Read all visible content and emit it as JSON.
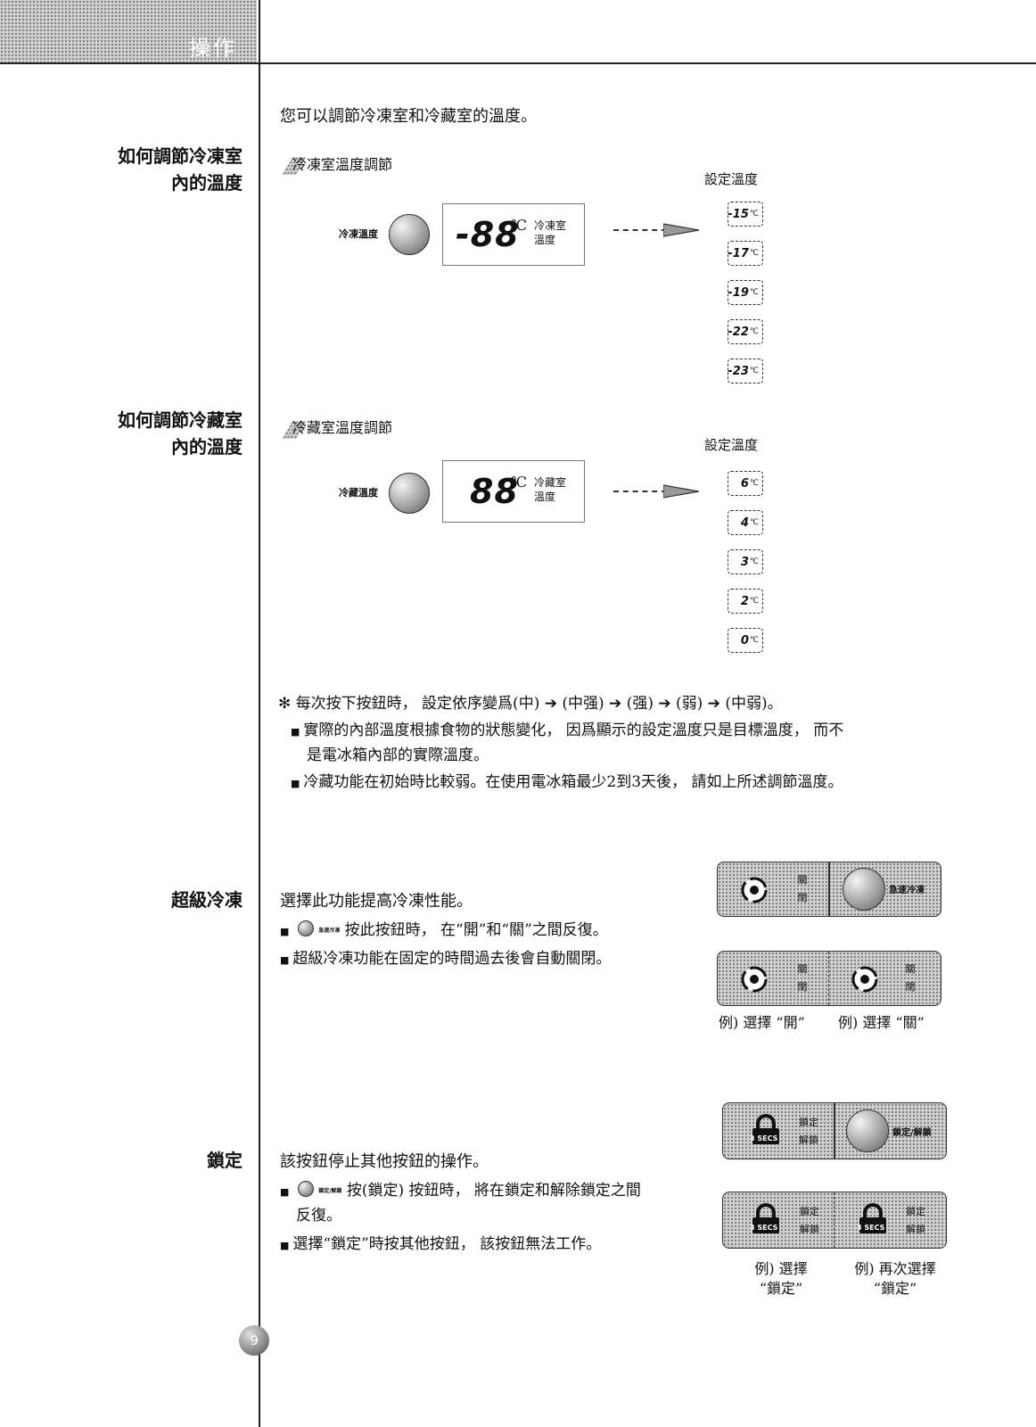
{
  "header": {
    "title": "操作"
  },
  "intro": "您可以調節冷凍室和冷藏室的溫度。",
  "freezer": {
    "heading_line1": "如何調節冷凍室",
    "heading_line2": "內的溫度",
    "subtitle": "冷凍室溫度調節",
    "button_label": "冷凍溫度",
    "display_value": "-88",
    "display_unit": "℃",
    "display_label_line1": "冷凍室",
    "display_label_line2": "溫度",
    "settings_title": "設定溫度",
    "settings": [
      "-15",
      "-17",
      "-19",
      "-22",
      "-23"
    ],
    "unit_small": "℃"
  },
  "fridge": {
    "heading_line1": "如何調節冷藏室",
    "heading_line2": "內的溫度",
    "subtitle": "冷藏室溫度調節",
    "button_label": "冷藏溫度",
    "display_value": "88",
    "display_unit": "℃",
    "display_label_line1": "冷藏室",
    "display_label_line2": "溫度",
    "settings_title": "設定溫度",
    "settings": [
      "6",
      "4",
      "3",
      "2",
      "0"
    ],
    "unit_small": "℃"
  },
  "notes": {
    "main": "每次按下按鈕時， 設定依序變爲(中) ➔ (中强) ➔ (强) ➔ (弱) ➔ (中弱)。",
    "bullet1_line1": "實際的內部溫度根據食物的狀態變化， 因爲顯示的設定溫度只是目標溫度， 而不",
    "bullet1_line2": "是電冰箱內部的實際溫度。",
    "bullet2": "冷藏功能在初始時比較弱。在使用電冰箱最少2到3天後， 請如上所述調節溫度。"
  },
  "super_freeze": {
    "heading": "超級冷凍",
    "desc": "選擇此功能提高冷凍性能。",
    "bullet1": "按此按鈕時， 在“開”和“關”之間反復。",
    "bullet2": "超級冷凍功能在固定的時間過去後會自動關閉。",
    "inline_btn": "急速冷凍",
    "panel_on": "關",
    "panel_off": "閉",
    "panel_button": "急速冷凍",
    "caption_left": "例) 選擇 “開”",
    "caption_right": "例) 選擇 “關”"
  },
  "lock": {
    "heading": "鎖定",
    "desc": "該按鈕停止其他按鈕的操作。",
    "bullet1_line1": "按(鎖定) 按鈕時， 將在鎖定和解除鎖定之間",
    "bullet1_line2": "反復。",
    "bullet2": "選擇“鎖定”時按其他按鈕， 該按鈕無法工作。",
    "inline_btn": "鎖定/解鎖",
    "secs": "3 SECS",
    "panel_lock": "鎖定",
    "panel_unlock": "解鎖",
    "panel_button": "鎖定/解鎖",
    "caption_left_line1": "例) 選擇",
    "caption_left_line2": "“鎖定”",
    "caption_right_line1": "例) 再次選擇",
    "caption_right_line2": "“鎖定”"
  },
  "page_number": "9"
}
